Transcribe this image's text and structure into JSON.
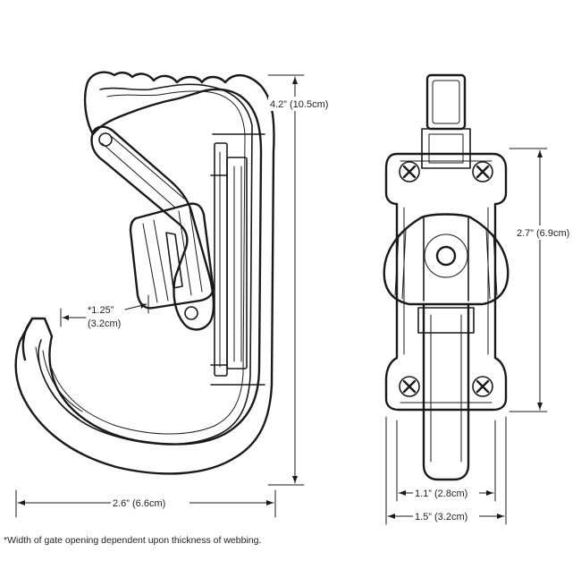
{
  "dimensions": {
    "height_side": "4.2” (10.5cm)",
    "width_side": "2.6” (6.6cm)",
    "gate_opening_line1": "*1.25”",
    "gate_opening_line2": "(3.2cm)",
    "height_front": "2.7” (6.9cm)",
    "inner_width_front": "1.1” (2.8cm)",
    "outer_width_front": "1.5” (3.2cm)"
  },
  "footnote": "*Width of gate opening dependent upon thickness of webbing."
}
